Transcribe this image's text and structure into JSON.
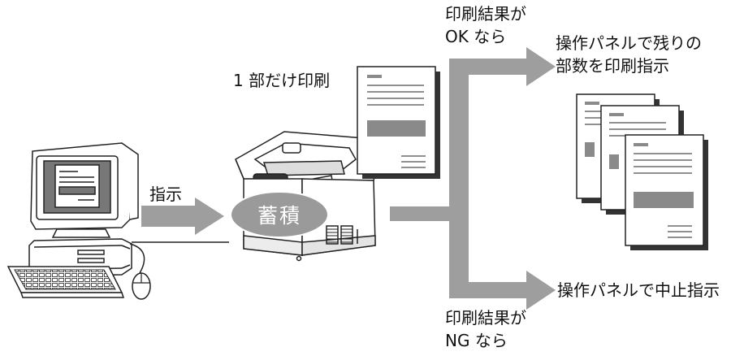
{
  "labels": {
    "instruction": "指示",
    "print_one_copy": "1 部だけ印刷",
    "store": "蓄積",
    "ok_condition_line1": "印刷結果が",
    "ok_condition_line2": "OK なら",
    "ok_action_line1": "操作パネルで残りの",
    "ok_action_line2": "部数を印刷指示",
    "ng_condition_line1": "印刷結果が",
    "ng_condition_line2": "NG なら",
    "ng_action": "操作パネルで中止指示"
  },
  "icons": [
    "computer-icon",
    "keyboard-icon",
    "mouse-icon",
    "printer-icon",
    "document-icon",
    "document-stack-icon"
  ],
  "colors": {
    "arrow": "#9e9e9e",
    "document_gray": "#8a8a8a",
    "store_ellipse": "#9a9a9a",
    "line": "#111111"
  }
}
